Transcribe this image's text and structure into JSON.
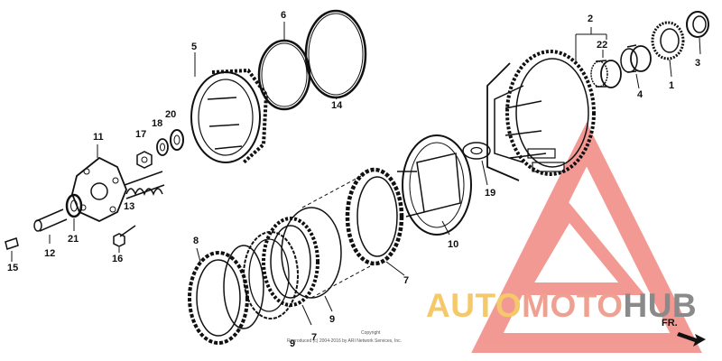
{
  "labels": {
    "l1": "1",
    "l2": "2",
    "l3": "3",
    "l4": "4",
    "l5": "5",
    "l6": "6",
    "l7a": "7",
    "l7b": "7",
    "l8": "8",
    "l9a": "9",
    "l9b": "9",
    "l10": "10",
    "l11": "11",
    "l12": "12",
    "l13": "13",
    "l14": "14",
    "l15": "15",
    "l16": "16",
    "l17": "17",
    "l18": "18",
    "l19": "19",
    "l20": "20",
    "l21": "21",
    "l22": "22"
  },
  "copyright": {
    "line1": "Copyright",
    "line2": "Reproduced (c) 2004-2016 by ARI Network Services, Inc."
  },
  "watermark": {
    "part1": "AUTO",
    "part2": "MOTO",
    "part3": "HUB"
  },
  "direction": {
    "label": "FR."
  },
  "colors": {
    "watermark_red": "#e8473c",
    "watermark_yellow": "#f5c86a",
    "watermark_gray": "#8a8a8a"
  }
}
